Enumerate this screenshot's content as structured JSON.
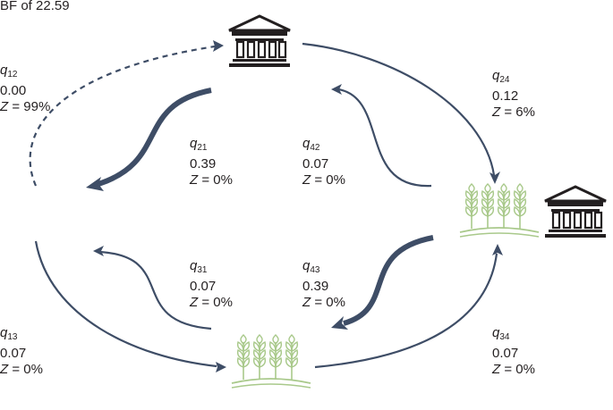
{
  "header": {
    "bf_label": "BF of 22.59"
  },
  "colors": {
    "arrow": "#3e4d66",
    "wheat": "#a9c98b",
    "building": "#231f20"
  },
  "icons": [
    "building-icon",
    "wheat-icon"
  ],
  "rates": [
    {
      "id": "q12",
      "symbol": "q",
      "sub": "12",
      "value": "0.00",
      "z_label": "Z",
      "z_value": "= 99%"
    },
    {
      "id": "q24",
      "symbol": "q",
      "sub": "24",
      "value": "0.12",
      "z_label": "Z",
      "z_value": "= 6%"
    },
    {
      "id": "q21",
      "symbol": "q",
      "sub": "21",
      "value": "0.39",
      "z_label": "Z",
      "z_value": "= 0%"
    },
    {
      "id": "q42",
      "symbol": "q",
      "sub": "42",
      "value": "0.07",
      "z_label": "Z",
      "z_value": "= 0%"
    },
    {
      "id": "q31",
      "symbol": "q",
      "sub": "31",
      "value": "0.07",
      "z_label": "Z",
      "z_value": "= 0%"
    },
    {
      "id": "q43",
      "symbol": "q",
      "sub": "43",
      "value": "0.39",
      "z_label": "Z",
      "z_value": "= 0%"
    },
    {
      "id": "q13",
      "symbol": "q",
      "sub": "13",
      "value": "0.07",
      "z_label": "Z",
      "z_value": "= 0%"
    },
    {
      "id": "q34",
      "symbol": "q",
      "sub": "34",
      "value": "0.07",
      "z_label": "Z",
      "z_value": "= 0%"
    }
  ]
}
